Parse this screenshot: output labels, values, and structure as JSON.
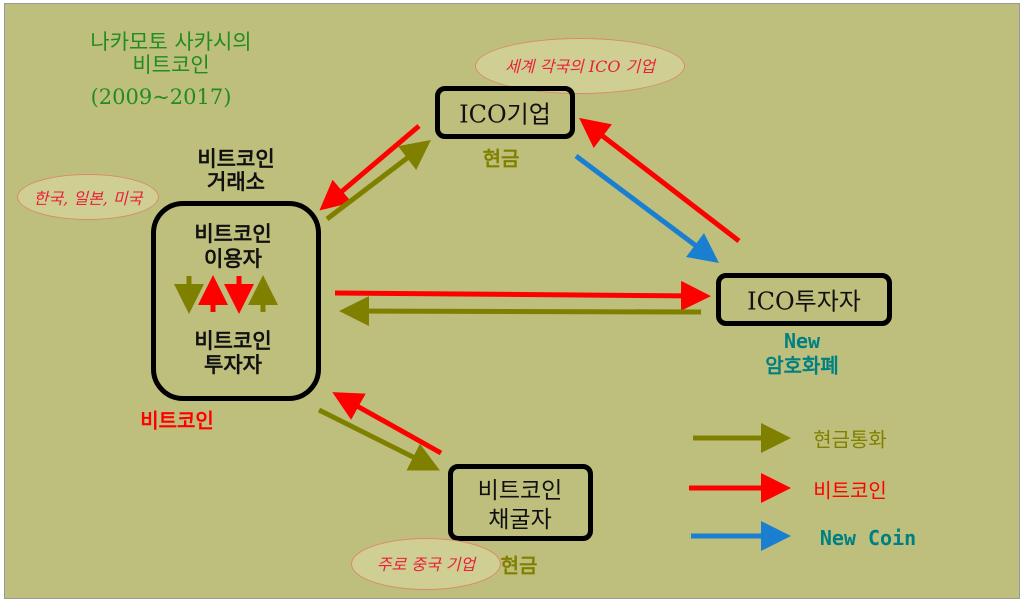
{
  "title": {
    "line1": "나카모토 사카시의",
    "line2": "비트코인",
    "years": "(2009~2017)"
  },
  "exchange": {
    "label_line1": "비트코인",
    "label_line2": "거래소",
    "note": "한국, 일본, 미국",
    "user_line1": "비트코인",
    "user_line2": "이용자",
    "investor_line1": "비트코인",
    "investor_line2": "투자자",
    "bitcoin_label": "비트코인"
  },
  "ico_company": {
    "label": "ICO기업",
    "note": "세계 각국의 ICO 기업",
    "cash_label": "현금"
  },
  "ico_investor": {
    "label": "ICO투자자",
    "new_label": "New",
    "crypto_label": "암호화폐"
  },
  "miner": {
    "line1": "비트코인",
    "line2": "채굴자",
    "note": "주로 중국 기업",
    "cash_label": "현금"
  },
  "legend": [
    {
      "label": "현금통화",
      "color": "#808000"
    },
    {
      "label": "비트코인",
      "color": "#ff0000"
    },
    {
      "label": "New Coin",
      "color": "#1a7fd0"
    }
  ],
  "colors": {
    "background": "#bfbf7d",
    "cash": "#808000",
    "bitcoin": "#ff0000",
    "newcoin": "#1a7fd0"
  }
}
